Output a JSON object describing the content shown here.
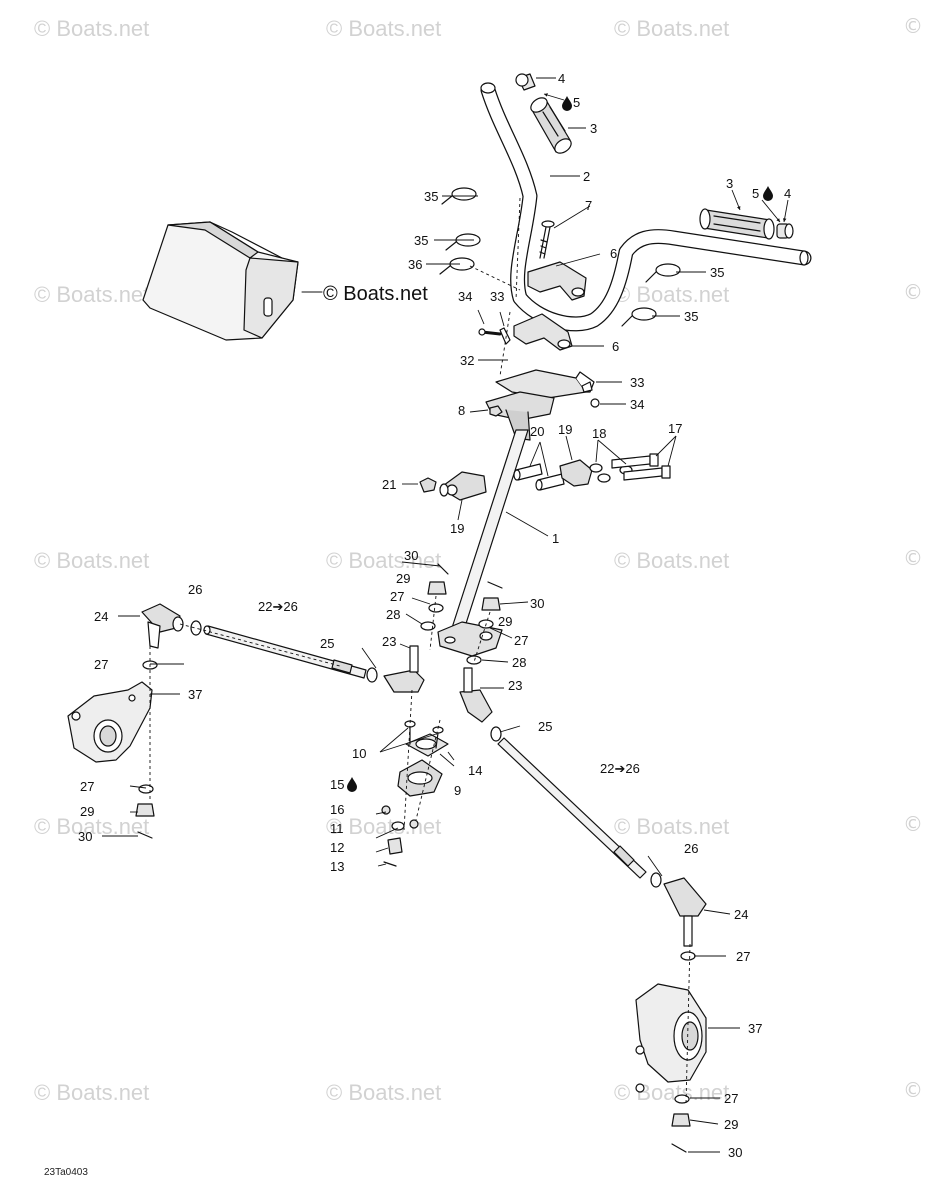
{
  "watermark": {
    "text": "© Boats.net",
    "corner_mark": "©"
  },
  "brand_label": "© Boats.net",
  "drawing_code": "23Ta0403",
  "callouts": {
    "c4a": "4",
    "c5a": "5",
    "c3a": "3",
    "c2": "2",
    "c35a": "35",
    "c7": "7",
    "c35b": "35",
    "c36": "36",
    "c6a": "6",
    "c3b": "3",
    "c5b": "5",
    "c4b": "4",
    "c35c": "35",
    "c35d": "35",
    "c34a": "34",
    "c33a": "33",
    "c6b": "6",
    "c32": "32",
    "c33b": "33",
    "c8": "8",
    "c34b": "34",
    "c20": "20",
    "c19a": "19",
    "c18": "18",
    "c17": "17",
    "c21": "21",
    "c19b": "19",
    "c1": "1",
    "c30a": "30",
    "c29a": "29",
    "c27a": "27",
    "c28a": "28",
    "c23a": "23",
    "c30b": "30",
    "c29b": "29",
    "c27b": "27",
    "c28b": "28",
    "c23b": "23",
    "c26a": "26",
    "c24a": "24",
    "c22a": "22➔26",
    "c25a": "25",
    "c27c": "27",
    "c37a": "37",
    "c27d": "27",
    "c29c": "29",
    "c30c": "30",
    "c10": "10",
    "c14": "14",
    "c9": "9",
    "c15": "15",
    "c16": "16",
    "c11": "11",
    "c12": "12",
    "c13": "13",
    "c25b": "25",
    "c22b": "22➔26",
    "c26b": "26",
    "c24b": "24",
    "c27e": "27",
    "c37b": "37",
    "c27f": "27",
    "c29d": "29",
    "c30d": "30"
  },
  "icons": {
    "drop": "oil-drop-icon"
  },
  "colors": {
    "line": "#111111",
    "part_fill": "#ffffff",
    "part_shade": "#d8d8d8",
    "watermark": "#d2d2d2"
  }
}
